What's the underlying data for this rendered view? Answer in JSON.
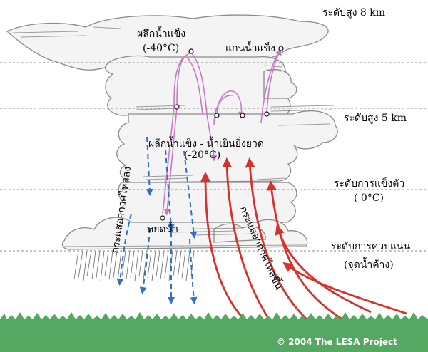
{
  "levels": {
    "level_8km": "ระดับสูง 8 km",
    "level_5km": "ระดับสูง 5 km",
    "freezing_level": "ระดับการแข็งตัว",
    "freezing_temp": "( 0°C)",
    "condensation_level": "ระดับการควบแน่น",
    "dew_point": "(จุดน้ำค้าง)"
  },
  "particles": {
    "ice_crystal": "ผลึกน้ำแข็ง",
    "ice_crystal_temp": "(-40°C)",
    "ice_nucleus": "แกนน้ำแข็ง",
    "ice_supercooled": "ผลึกน้ำแข็ง - น้ำเย็นยิ่งยวด",
    "ice_supercooled_temp": "(-20°C)",
    "water_drop": "หยดน้ำ"
  },
  "flows": {
    "downdraft": "กระแสอากาศไหลลง",
    "updraft": "กระแสอากาศไหลขึ้น"
  },
  "credit": "© 2004  The LESA Project",
  "colors": {
    "updraft": "#d6322c",
    "downdraft": "#2f6fc6",
    "ice_path": "#c77ac4",
    "ground": "#55a862",
    "level_line": "#888888"
  }
}
